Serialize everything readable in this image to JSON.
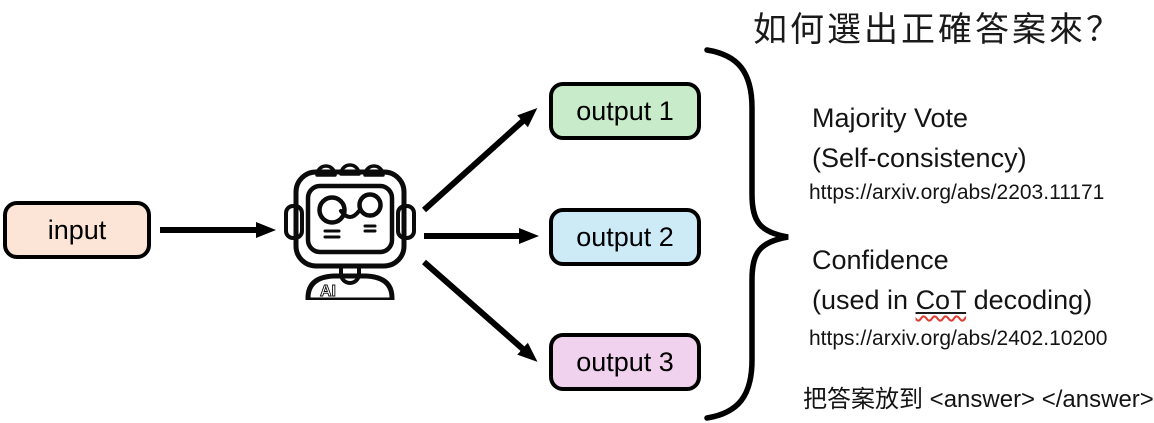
{
  "title": "如何選出正確答案來？",
  "flow": {
    "input_label": "input",
    "robot_label": "AI",
    "outputs": [
      {
        "label": "output 1",
        "fill": "#c8ecc9"
      },
      {
        "label": "output 2",
        "fill": "#cdeaf7"
      },
      {
        "label": "output 3",
        "fill": "#f0d2ef"
      }
    ],
    "input_fill": "#fce4d6"
  },
  "methods": [
    {
      "name": "Majority Vote",
      "subtitle": "(Self-consistency)",
      "url": "https://arxiv.org/abs/2203.11171"
    },
    {
      "name": "Confidence",
      "subtitle_prefix": "(used in ",
      "subtitle_word": "CoT",
      "subtitle_suffix": " decoding)",
      "url": "https://arxiv.org/abs/2402.10200"
    }
  ],
  "note": {
    "prefix": "把答案放到 ",
    "tags": "<answer> </answer>"
  },
  "colors": {
    "arrow": "#000000",
    "brace": "#000000",
    "spellcheck_red": "#e03c31",
    "robot_blue": "#7ec9f1",
    "robot_blue_light": "#ddf2fc",
    "robot_blue_dark": "#5e8fb0",
    "robot_bump_red": "#e8606d"
  }
}
